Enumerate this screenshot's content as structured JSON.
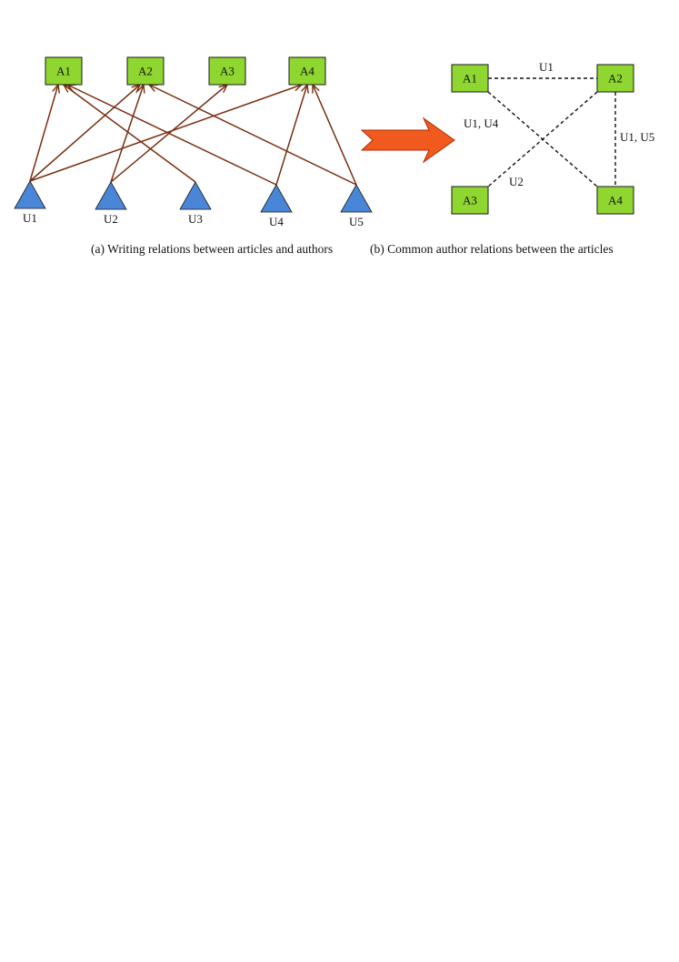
{
  "colors": {
    "article_fill": "#8fd631",
    "article_stroke": "#1a1a1a",
    "author_fill": "#4a86d8",
    "author_stroke": "#1a1a1a",
    "edge_color": "#7a2e10",
    "arrow_fill": "#f05a1e",
    "arrow_stroke": "#b22a00",
    "dashed_color": "#111111"
  },
  "panel_a": {
    "articles": [
      {
        "id": "A1",
        "label": "A1"
      },
      {
        "id": "A2",
        "label": "A2"
      },
      {
        "id": "A3",
        "label": "A3"
      },
      {
        "id": "A4",
        "label": "A4"
      }
    ],
    "authors": [
      {
        "id": "U1",
        "label": "U1"
      },
      {
        "id": "U2",
        "label": "U2"
      },
      {
        "id": "U3",
        "label": "U3"
      },
      {
        "id": "U4",
        "label": "U4"
      },
      {
        "id": "U5",
        "label": "U5"
      }
    ],
    "edges": [
      {
        "from": "U1",
        "to": "A1"
      },
      {
        "from": "U1",
        "to": "A2"
      },
      {
        "from": "U1",
        "to": "A4"
      },
      {
        "from": "U2",
        "to": "A2"
      },
      {
        "from": "U2",
        "to": "A3"
      },
      {
        "from": "U3",
        "to": "A1"
      },
      {
        "from": "U4",
        "to": "A1"
      },
      {
        "from": "U4",
        "to": "A4"
      },
      {
        "from": "U5",
        "to": "A2"
      },
      {
        "from": "U5",
        "to": "A4"
      }
    ],
    "caption": "(a) Writing relations between articles and authors"
  },
  "panel_b": {
    "articles": [
      {
        "id": "A1",
        "label": "A1"
      },
      {
        "id": "A2",
        "label": "A2"
      },
      {
        "id": "A3",
        "label": "A3"
      },
      {
        "id": "A4",
        "label": "A4"
      }
    ],
    "edges": [
      {
        "from": "A1",
        "to": "A2",
        "label": "U1"
      },
      {
        "from": "A1",
        "to": "A4",
        "label": "U1, U4"
      },
      {
        "from": "A2",
        "to": "A3",
        "label": "U2"
      },
      {
        "from": "A2",
        "to": "A4",
        "label": "U1, U5"
      }
    ],
    "caption": "(b) Common author relations between the articles"
  }
}
